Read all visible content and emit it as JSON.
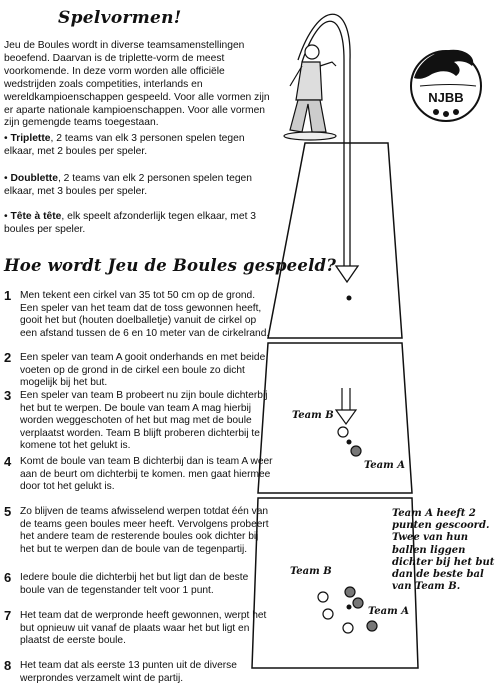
{
  "title": "Spelvormen!",
  "intro": "Jeu de Boules wordt in diverse teamsamenstellingen beoefend. Daarvan is de triplette-vorm de meest voorkomende. In deze vorm worden alle officiële wedstrijden zoals competities, interlands en wereldkampioenschappen gespeeld. Voor alle vormen zijn er aparte nationale kampioenschappen. Voor alle vormen zijn gemengde teams toegestaan.",
  "forms": [
    {
      "name": "Triplette",
      "text": ", 2 teams van elk 3 personen spelen tegen elkaar, met 2 boules per speler."
    },
    {
      "name": "Doublette",
      "text": ", 2 teams van elk 2 personen spelen tegen elkaar, met 3 boules per speler."
    },
    {
      "name": "Tête à tête",
      "text": ", elk speelt afzonderlijk tegen elkaar, met 3 boules per speler."
    }
  ],
  "howto_title": "Hoe wordt Jeu de Boules gespeeld?",
  "steps": [
    {
      "num": "1",
      "text": "Men tekent een cirkel van 35 tot 50 cm op de grond. Een speler van het team dat de toss gewonnen heeft, gooit het but (houten doelballetje) vanuit de cirkel op een afstand tussen de 6 en 10 meter van de cirkelrand."
    },
    {
      "num": "2",
      "text": "Een speler van team A gooit onderhands en met beide voeten op de grond in de cirkel een boule zo dicht mogelijk bij het but."
    },
    {
      "num": "3",
      "text": "Een speler van team B probeert nu zijn boule dichterbij het but te werpen. De boule van team A mag hierbij worden weggeschoten of het but mag met de boule verplaatst worden. Team B blijft proberen dichterbij te komene tot het gelukt is."
    },
    {
      "num": "4",
      "text": "Komt de boule van team B dichterbij dan is team A weer aan de beurt om dichterbij te komen. men gaat hiermee door tot het gelukt is."
    },
    {
      "num": "5",
      "text": "Zo blijven de teams afwisselend werpen totdat één van de teams geen boules meer heeft. Vervolgens probeert het andere team de resterende boules ook dichter bij het but te werpen dan de boule van de tegenpartij."
    },
    {
      "num": "6",
      "text": "Iedere boule die dichterbij het but ligt dan de beste boule van de tegenstander telt voor 1 punt."
    },
    {
      "num": "7",
      "text": "Het team dat de werpronde heeft gewonnen, werpt het but opnieuw uit vanaf de plaats waar het but ligt en plaatst de eerste boule."
    },
    {
      "num": "8",
      "text": "Het team dat als eerste 13 punten uit de diverse werprondes verzamelt wint de partij."
    }
  ],
  "labels": {
    "team_b_1": "Team B",
    "team_a_1": "Team A",
    "team_b_2": "Team B",
    "team_a_2": "Team A"
  },
  "note": "Team A heeft 2 punten gescoord. Twee van hun ballen liggen dichter bij het but dan de beste bal van Team B.",
  "logo": {
    "text": "NJBB"
  },
  "colors": {
    "ink": "#111111",
    "team_a_ball": "#666666",
    "team_b_ball": "#ffffff",
    "field": "#ffffff"
  }
}
